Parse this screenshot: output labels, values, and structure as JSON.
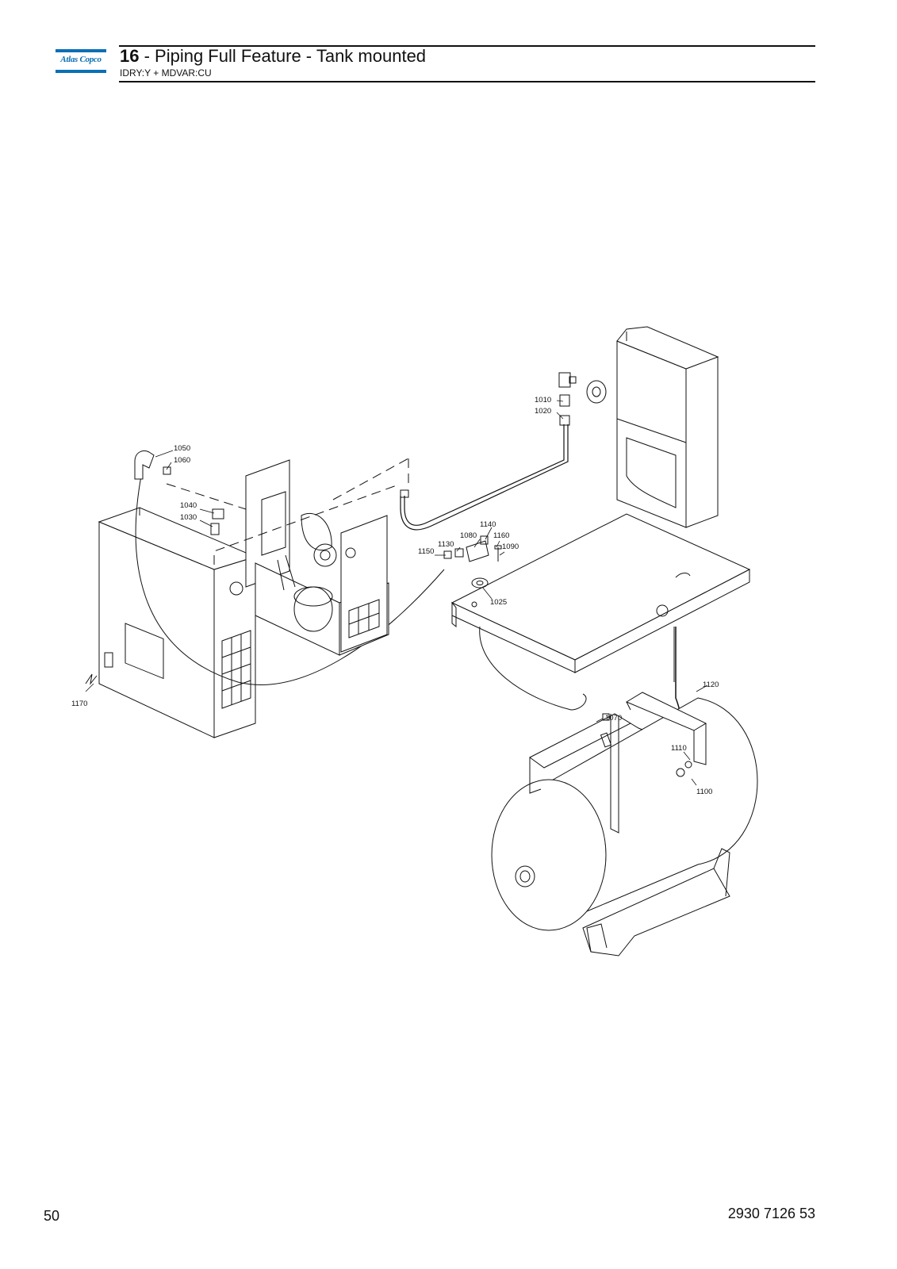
{
  "header": {
    "logo_text": "Atlas Copco",
    "section_number": "16",
    "section_title": " - Piping Full Feature - Tank mounted",
    "variant": "IDRY:Y + MDVAR:CU"
  },
  "callouts": [
    "1010",
    "1020",
    "1050",
    "1060",
    "1040",
    "1030",
    "1140",
    "1080",
    "1160",
    "1130",
    "1090",
    "1150",
    "1025",
    "1120",
    "1170",
    "1070",
    "1110",
    "1100"
  ],
  "footer": {
    "page_number": "50",
    "document_number": "2930 7126 53"
  },
  "colors": {
    "brand": "#0a6fb5",
    "line": "#111111"
  }
}
